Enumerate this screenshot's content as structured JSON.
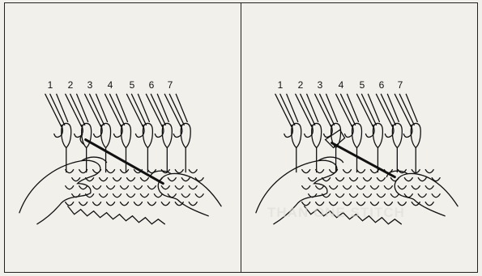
{
  "panels": [
    {
      "id": "left",
      "needle_numbers": [
        "1",
        "2",
        "3",
        "4",
        "5",
        "6",
        "7"
      ]
    },
    {
      "id": "right",
      "needle_numbers": [
        "1",
        "2",
        "3",
        "4",
        "5",
        "6",
        "7"
      ]
    }
  ],
  "bleed_through_text": "THAN ONE STITCH",
  "colors": {
    "ink": "#111111",
    "paper": "#f1f0eb",
    "border": "#222222"
  }
}
